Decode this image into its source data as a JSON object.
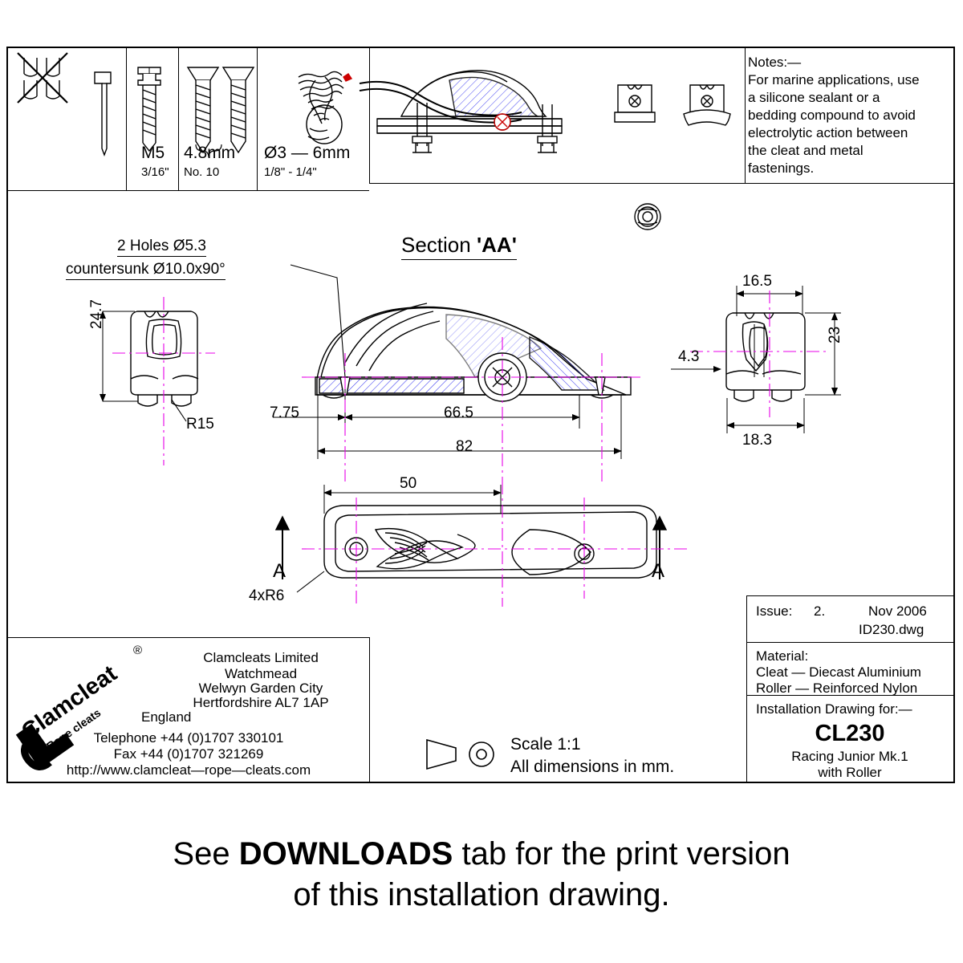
{
  "fasteners": {
    "labels": [
      {
        "main": "M5",
        "sub": "3/16\""
      },
      {
        "main": "4.8mm",
        "sub": "No. 10"
      },
      {
        "main": "Ø3 — 6mm",
        "sub": "1/8\" - 1/4\""
      }
    ]
  },
  "notes": {
    "title": "Notes:—",
    "lines": [
      "For marine applications, use",
      "a silicone sealant or a",
      "bedding compound to avoid",
      "electrolytic action between",
      "the cleat and metal",
      "fastenings."
    ]
  },
  "drawing": {
    "section_title_prefix": "Section ",
    "section_title_suffix": "'AA'",
    "holes_note_line1": "2 Holes Ø5.3",
    "holes_note_line2": "countersunk Ø10.0x90°",
    "dim_24_7": "24.7",
    "dim_R15": "R15",
    "dim_7_75": "7.75",
    "dim_66_5": "66.5",
    "dim_82": "82",
    "dim_16_5": "16.5",
    "dim_4_3": "4.3",
    "dim_23": "23",
    "dim_18_3": "18.3",
    "dim_50": "50",
    "dim_4xR6": "4xR6",
    "section_mark_left": "A",
    "section_mark_right": "A"
  },
  "title_block": {
    "issue_label": "Issue:",
    "issue_value": "2.",
    "issue_date": "Nov 2006",
    "dwg_file": "ID230.dwg",
    "material_label": "Material:",
    "material_line1": "Cleat — Diecast Aluminium",
    "material_line2": "Roller — Reinforced Nylon",
    "install_label": "Installation Drawing for:—",
    "part_number": "CL230",
    "part_name_line1": "Racing Junior Mk.1",
    "part_name_line2": "with Roller"
  },
  "company": {
    "logo_main": "Clamcleat",
    "logo_sub": "Rope cleats",
    "logo_reg": "®",
    "name": "Clamcleats Limited",
    "address": [
      "Watchmead",
      "Welwyn Garden City",
      "Hertfordshire AL7 1AP",
      "England"
    ],
    "telephone": "Telephone +44 (0)1707 330101",
    "fax": "Fax +44 (0)1707 321269",
    "url": "http://www.clamcleat—rope—cleats.com"
  },
  "scale": {
    "line1": "Scale 1:1",
    "line2": "All dimensions in mm."
  },
  "banner": {
    "line1_a": "See ",
    "line1_b": "DOWNLOADS",
    "line1_c": " tab for the print version",
    "line2": "of this installation drawing."
  },
  "colors": {
    "centerline": "#e800e8",
    "hatch": "#3a3af0",
    "ink": "#000000",
    "page": "#ffffff"
  }
}
